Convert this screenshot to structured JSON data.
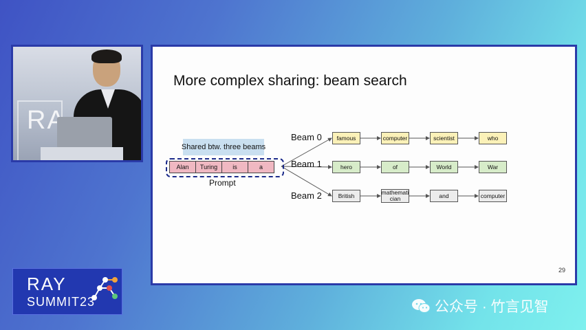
{
  "slide": {
    "title": "More complex sharing: beam search",
    "shared_label": "Shared btw. three beams",
    "prompt_label": "Prompt",
    "prompt_tokens": [
      "Alan",
      "Turing",
      "is",
      "a"
    ],
    "beams": [
      {
        "label": "Beam 0",
        "tokens": [
          "famous",
          "computer",
          "scientist",
          "who"
        ]
      },
      {
        "label": "Beam 1",
        "tokens": [
          "hero",
          "of",
          "World",
          "War"
        ]
      },
      {
        "label": "Beam 2",
        "tokens": [
          "British",
          "mathemati cian",
          "and",
          "computer"
        ]
      }
    ],
    "page_number": "29"
  },
  "logo": {
    "line1": "RAY",
    "line2": "SUMMIT",
    "year": "23"
  },
  "watermark": {
    "text": "公众号 · 竹言见智"
  },
  "colors": {
    "frame": "#2a3aa8",
    "pink": "#f0b8c2",
    "yellow": "#fbf1b8",
    "green": "#d7ecc9",
    "gray": "#ececec",
    "logo_bg": "#2238b0"
  }
}
